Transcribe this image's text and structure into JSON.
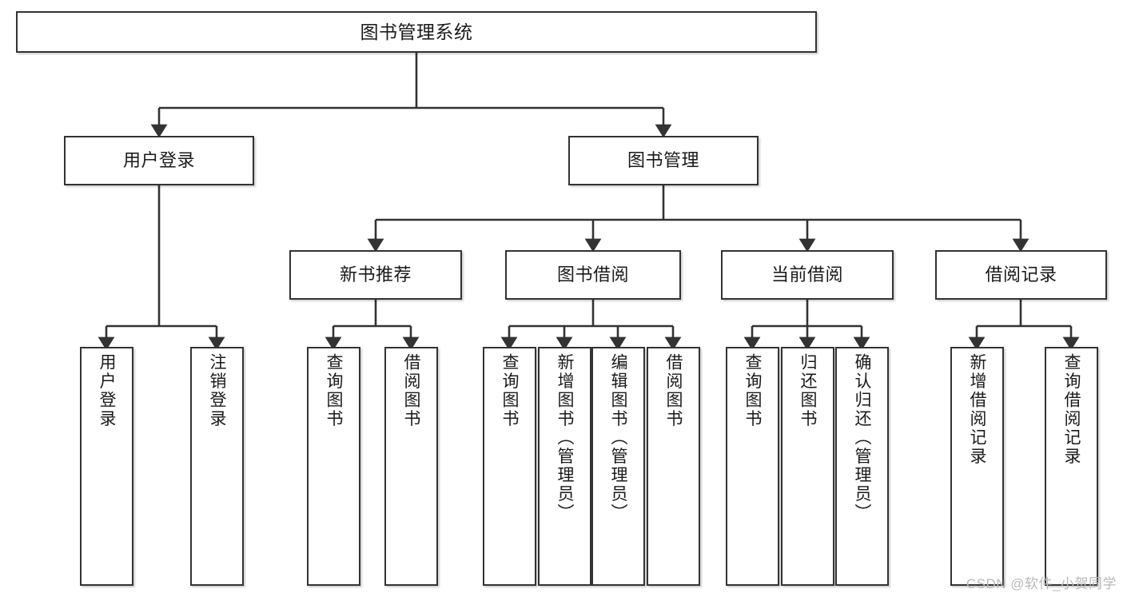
{
  "diagram": {
    "title": "图书管理系统",
    "type": "tree-hierarchy-diagram",
    "watermark": "CSDN @软件_小贺同学",
    "colors": {
      "box_border": "#333333",
      "box_fill": "#ffffff",
      "edge": "#333333",
      "text": "#1a1a1a",
      "watermark": "#b9b9b9"
    },
    "nodes": {
      "root": {
        "label": "图书管理系统"
      },
      "level2": [
        {
          "id": "user-login",
          "label": "用户登录"
        },
        {
          "id": "book-management",
          "label": "图书管理"
        }
      ],
      "level3": [
        {
          "id": "new-book-recommend",
          "label": "新书推荐"
        },
        {
          "id": "book-borrow",
          "label": "图书借阅"
        },
        {
          "id": "current-borrow",
          "label": "当前借阅"
        },
        {
          "id": "borrow-record",
          "label": "借阅记录"
        }
      ],
      "leaves": {
        "user-login": [
          {
            "id": "leaf-user-login",
            "label": "用户登录"
          },
          {
            "id": "leaf-logout-login",
            "label": "注销登录"
          }
        ],
        "new-book-recommend": [
          {
            "id": "leaf-query-book-1",
            "label": "查询图书"
          },
          {
            "id": "leaf-borrow-book-1",
            "label": "借阅图书"
          }
        ],
        "book-borrow": [
          {
            "id": "leaf-query-book-2",
            "label": "查询图书"
          },
          {
            "id": "leaf-add-book",
            "label": "新增图书（管理员）"
          },
          {
            "id": "leaf-edit-book",
            "label": "编辑图书（管理员）"
          },
          {
            "id": "leaf-borrow-book-2",
            "label": "借阅图书"
          }
        ],
        "current-borrow": [
          {
            "id": "leaf-query-book-3",
            "label": "查询图书"
          },
          {
            "id": "leaf-return-book",
            "label": "归还图书"
          },
          {
            "id": "leaf-confirm-return",
            "label": "确认归还（管理员）"
          }
        ],
        "borrow-record": [
          {
            "id": "leaf-add-borrow-record",
            "label": "新增借阅记录"
          },
          {
            "id": "leaf-query-borrow-record",
            "label": "查询借阅记录"
          }
        ]
      }
    }
  }
}
